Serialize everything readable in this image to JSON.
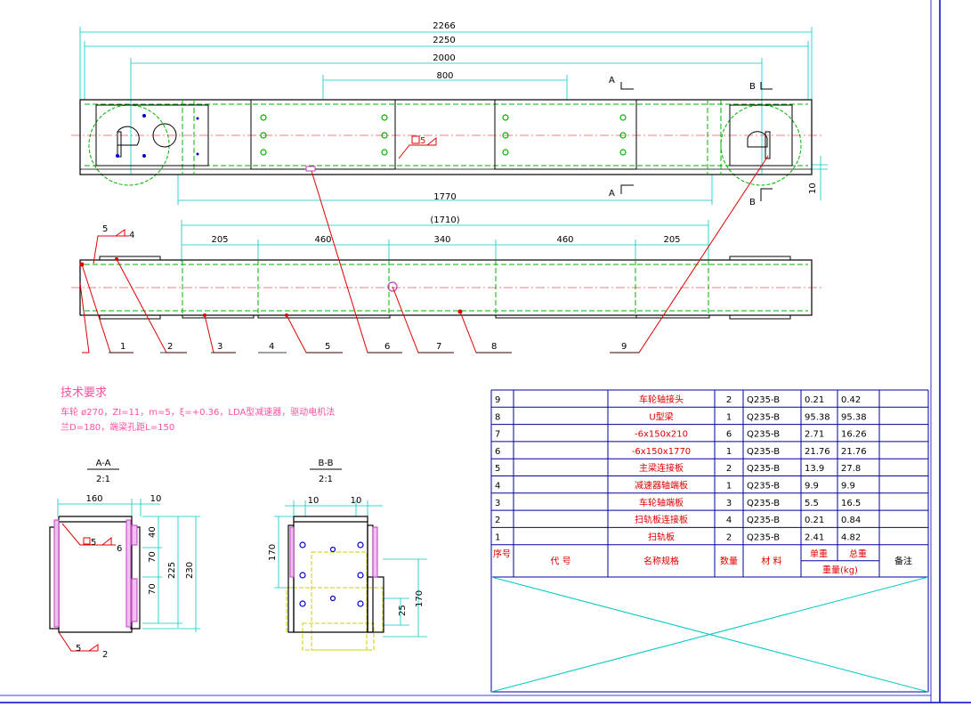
{
  "colors": {
    "frame": "#0000c8",
    "cad_outline": "#000000",
    "hidden_line": "#00b000",
    "dim_line": "#00c8c8",
    "leader": "#e00000",
    "tech_text": "#ff4fa0",
    "weld_plate": "#c040c0",
    "motor_yellow": "#f0f000",
    "table_line": "#0000a0"
  },
  "top_view": {
    "dims": {
      "d2266": "2266",
      "d2250": "2250",
      "d2000": "2000",
      "d800": "800",
      "d1770": "1770",
      "d10": "10"
    },
    "section_marks": {
      "a_top": "A",
      "a_bottom": "A",
      "b_top": "B",
      "b_bottom": "B"
    },
    "weld_symbol": "5"
  },
  "front_view": {
    "dims": {
      "total": "(1710)",
      "s1": "205",
      "s2": "460",
      "s3": "340",
      "s4": "460",
      "s5": "205"
    },
    "weld": {
      "size": "5",
      "count": "4"
    },
    "balloons": [
      "1",
      "2",
      "3",
      "4",
      "5",
      "6",
      "7",
      "8",
      "9"
    ]
  },
  "tech_requirements": {
    "title": "技术要求",
    "line1": "车轮 ø270，ZI=11，m=5，ξ=+0.36，LDA型减速器，驱动电机法",
    "line2": "兰D=180，端梁孔距L=150"
  },
  "section_aa": {
    "title": "A-A",
    "scale": "2:1",
    "dims": {
      "w160": "160",
      "w10": "10",
      "h40": "40",
      "h70a": "70",
      "h70b": "70",
      "h225": "225",
      "h230": "230"
    },
    "weld_top": {
      "size": "5",
      "count": "6"
    },
    "weld_bottom": {
      "size": "5",
      "count": "2"
    }
  },
  "section_bb": {
    "title": "B-B",
    "scale": "2:1",
    "dims": {
      "w10a": "10",
      "w10b": "10",
      "h170a": "170",
      "h170b": "170",
      "h25": "25"
    }
  },
  "bom": {
    "rows": [
      {
        "no": "9",
        "code": "",
        "name": "车轮轴接头",
        "qty": "2",
        "material": "Q235-B",
        "unit": "0.21",
        "total": "0.42",
        "note": ""
      },
      {
        "no": "8",
        "code": "",
        "name": "U型梁",
        "qty": "1",
        "material": "Q235-B",
        "unit": "95.38",
        "total": "95.38",
        "note": ""
      },
      {
        "no": "7",
        "code": "",
        "name": "-6x150x210",
        "qty": "6",
        "material": "Q235-B",
        "unit": "2.71",
        "total": "16.26",
        "note": ""
      },
      {
        "no": "6",
        "code": "",
        "name": "-6x150x1770",
        "qty": "1",
        "material": "Q235-B",
        "unit": "21.76",
        "total": "21.76",
        "note": ""
      },
      {
        "no": "5",
        "code": "",
        "name": "主梁连接板",
        "qty": "2",
        "material": "Q235-B",
        "unit": "13.9",
        "total": "27.8",
        "note": ""
      },
      {
        "no": "4",
        "code": "",
        "name": "减速器轴端板",
        "qty": "1",
        "material": "Q235-B",
        "unit": "9.9",
        "total": "9.9",
        "note": ""
      },
      {
        "no": "3",
        "code": "",
        "name": "车轮轴端板",
        "qty": "3",
        "material": "Q235-B",
        "unit": "5.5",
        "total": "16.5",
        "note": ""
      },
      {
        "no": "2",
        "code": "",
        "name": "扫轨板连接板",
        "qty": "4",
        "material": "Q235-B",
        "unit": "0.21",
        "total": "0.84",
        "note": ""
      },
      {
        "no": "1",
        "code": "",
        "name": "扫轨板",
        "qty": "2",
        "material": "Q235-B",
        "unit": "2.41",
        "total": "4.82",
        "note": ""
      }
    ],
    "header": {
      "no": "序号",
      "code": "代 号",
      "name": "名称规格",
      "qty": "数量",
      "material": "材 料",
      "unit": "单重",
      "total": "总重",
      "weight": "重量(kg)",
      "note": "备注"
    }
  }
}
